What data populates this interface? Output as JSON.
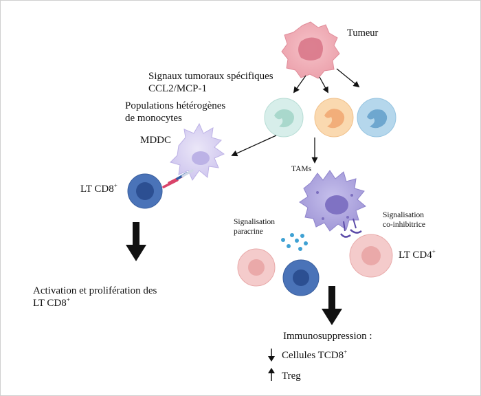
{
  "labels": {
    "tumeur": "Tumeur",
    "signaux_1": "Signaux tumoraux spécifiques",
    "signaux_2": "CCL2/MCP-1",
    "populations_1": "Populations hétérogènes",
    "populations_2": "de monocytes",
    "mddc": "MDDC",
    "lt_cd8": "LT CD8",
    "sup_plus": "+",
    "tams": "TAMs",
    "signal_paracrine_1": "Signalisation",
    "signal_paracrine_2": "paracrine",
    "signal_coinhib_1": "Signalisation",
    "signal_coinhib_2": "co-inhibitrice",
    "lt_cd4": "LT CD4",
    "activation_1": "Activation et prolifération des",
    "activation_2": "LT CD8",
    "immunosuppression": "Immunosuppression :",
    "cellules_tcd8": "Cellules TCD8",
    "treg": "Treg"
  },
  "colors": {
    "tumor_outer": "#efa3ad",
    "tumor_inner": "#d9788a",
    "monocyte_green": "#cde8e2",
    "monocyte_orange": "#f8cf9f",
    "monocyte_blue": "#a6cfe8",
    "mddc": "#d4cdef",
    "tam": "#aba2dd",
    "tcell_blue": "#4a73b8",
    "tcell_pink": "#f2c3c3",
    "dots": "#3fa1d3"
  }
}
